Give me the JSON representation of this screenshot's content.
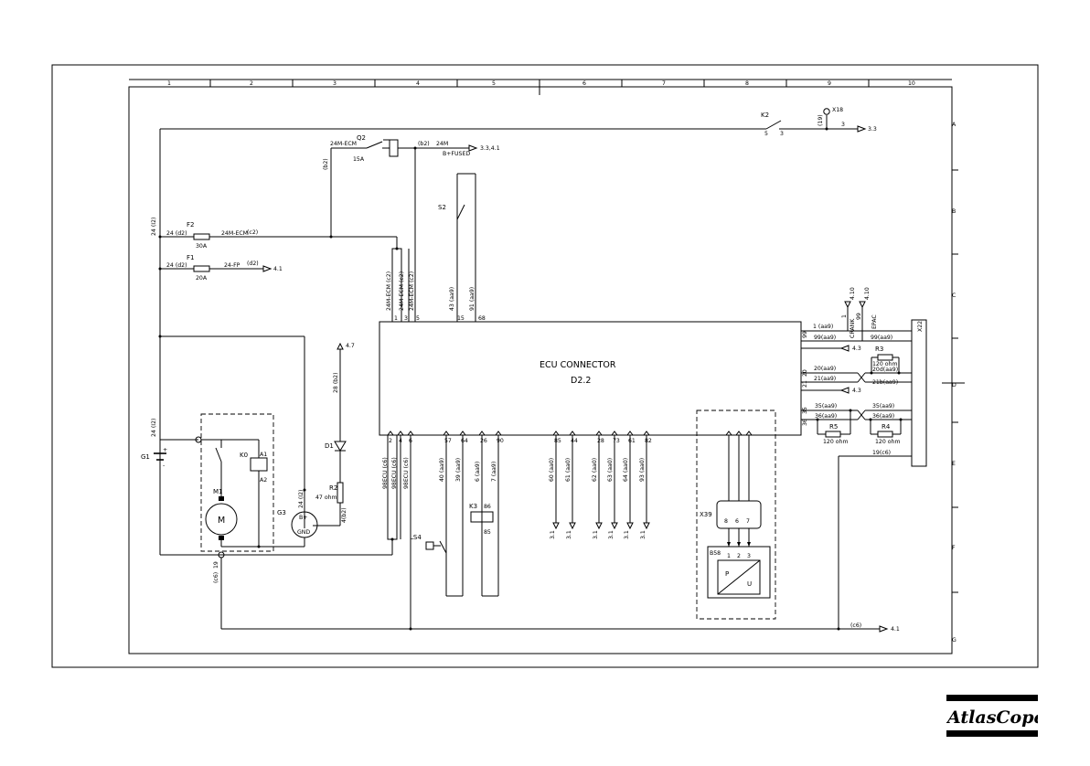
{
  "columns": [
    "1",
    "2",
    "3",
    "4",
    "5",
    "6",
    "7",
    "8",
    "9",
    "10"
  ],
  "rows": [
    "A",
    "B",
    "C",
    "D",
    "E",
    "F",
    "G"
  ],
  "ecu": {
    "title": "ECU CONNECTOR",
    "ref": "D2.2"
  },
  "brand": {
    "name": "AtlasCopco"
  },
  "labels": {
    "K2": "K2",
    "X18": "X18",
    "t19": "(19)",
    "k2_5": "5",
    "k2_3": "3",
    "x18_3": "3",
    "ref33": "3.3",
    "Q2": "Q2",
    "w24mecm": "24M-ECM",
    "q2_15a": "15A",
    "b2_q": "(b2)",
    "w24m": "24M",
    "bfused": "B+FUSED",
    "ref3341": "3.3,4.1",
    "b2_v": "(b2)",
    "S2": "S2",
    "w24_12": "24 (I2)",
    "F2": "F2",
    "f2_24d2": "24 (d2)",
    "f2_30a": "30A",
    "f2_wire": "24M-ECM",
    "f2_c2": "(c2)",
    "F1": "F1",
    "f1_24d2": "24 (d2)",
    "f1_20a": "20A",
    "f1_wire": "24-FP",
    "f1_d2": "(d2)",
    "ref41": "4.1",
    "v24ecm1": "24M-ECM (c2)",
    "v24ecm2": "24M-ECM (c2)",
    "v24ecm3": "24M-ECM (c2)",
    "p1": "1",
    "p3": "3",
    "p5": "5",
    "v43": "43 (aa9)",
    "v91": "91 (aa9)",
    "p15": "15",
    "p68": "68",
    "crank": "CRANK",
    "crank_ref": "4.10",
    "crank_1": "1",
    "epac": "EPAC",
    "epac_ref": "4.10",
    "epac_99": "99",
    "X22": "X22",
    "w1": "1 (aa9)",
    "w99": "99(aa9)",
    "p99": "99",
    "ref43a": "4.3",
    "R3": "R3",
    "r3_val": "120 ohm",
    "w20": "20(aa9)",
    "w20d": "20d(aa9)",
    "w21": "21(aa9)",
    "w21b": "21b(aa9)",
    "p20": "20",
    "p21": "21",
    "ref43b": "4.3",
    "w35": "35(aa9)",
    "w35r": "35(aa9)",
    "w36": "36(aa9)",
    "w36r": "36(aa9)",
    "p35": "35",
    "p36": "36",
    "R5": "R5",
    "r5_val": "120 ohm",
    "R4": "R4",
    "r4_val": "120 ohm",
    "w19c6": "19(c6)",
    "ref47": "4.7",
    "v28b2": "28 (b2)",
    "D1": "D1",
    "R2": "R2",
    "r2_val": "47 ohm",
    "v4b2": "4(b2)",
    "G1": "G1",
    "g1_plus": "+",
    "g1_minus": "-",
    "v24i2a": "24 (I2)",
    "K0": "K0",
    "k0_a1": "A1",
    "k0_a2": "A2",
    "M1": "M1",
    "motor_m": "M",
    "G3": "G3",
    "g3_b": "B+",
    "g3_gnd": "GND",
    "v24i2b": "24 (I2)",
    "c_2": "2",
    "c_4": "4",
    "c_6": "6",
    "c_57": "57",
    "c_64": "64",
    "c_26": "26",
    "c_90": "90",
    "c_85": "85",
    "c_44": "44",
    "c_28": "28",
    "c_73": "73",
    "c_61": "61",
    "c_82": "82",
    "v98a": "98ECU (c6)",
    "v98b": "98ECU (c6)",
    "v98c": "98ECU (c6)",
    "v40": "40 (aa9)",
    "v39": "39 (aa9)",
    "v6": "6 (aa9)",
    "v7": "7 (aa9)",
    "v60": "60 (aa0)",
    "v61": "61 (aa0)",
    "v62": "62 (aa0)",
    "v63": "63 (aa0)",
    "v64": "64 (aa0)",
    "v93": "93 (aa0)",
    "LS4": "LS4",
    "K3": "K3",
    "k3_86": "86",
    "k3_85": "85",
    "X39": "X39",
    "x39_8": "8",
    "x39_6": "6",
    "x39_7": "7",
    "B58": "B58",
    "b58_1": "1",
    "b58_2": "2",
    "b58_3": "3",
    "b58_p": "P",
    "b58_u": "U",
    "r31": "3.1",
    "c6_v": "(c6)",
    "p19": "19",
    "c6_b": "(c6)",
    "ref41b": "4.1"
  }
}
